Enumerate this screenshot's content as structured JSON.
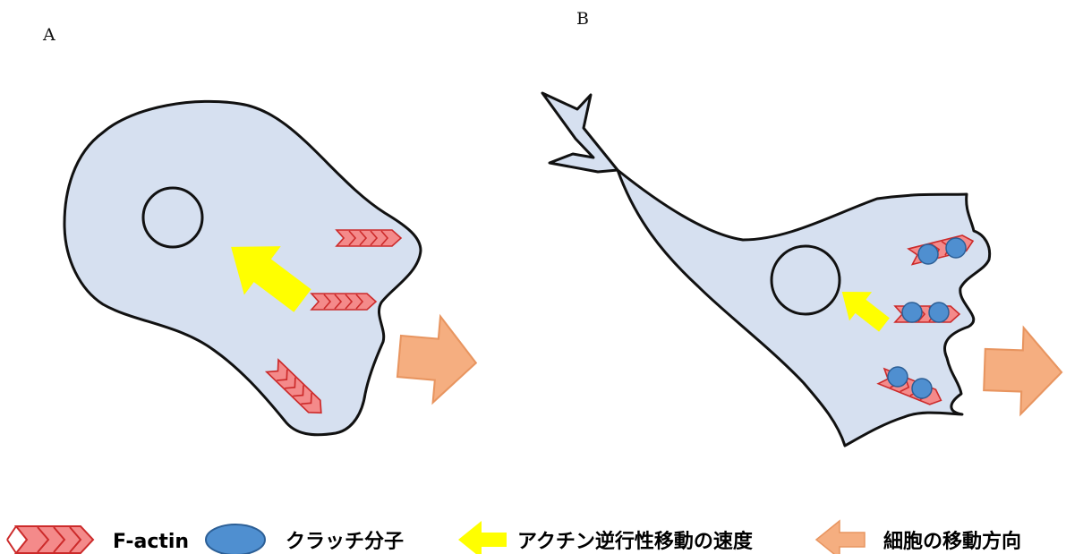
{
  "panels": {
    "a": {
      "label": "A"
    },
    "b": {
      "label": "B"
    }
  },
  "legend": {
    "factin": {
      "label": "F-actin",
      "icon": "f-actin-chevron-icon"
    },
    "clutch": {
      "label": "クラッチ分子",
      "icon": "clutch-molecule-icon"
    },
    "retrograde": {
      "label": "アクチン逆行性移動の速度",
      "icon": "yellow-arrow-icon"
    },
    "migration": {
      "label": "細胞の移動方向",
      "icon": "orange-arrow-icon"
    }
  },
  "colors": {
    "cell_fill": "#d6e0f0",
    "cell_stroke": "#111111",
    "factin_fill": "#f48a8a",
    "factin_stroke": "#cc2a2a",
    "clutch_fill": "#4f8fd0",
    "clutch_stroke": "#2c5f96",
    "retrograde_arrow": "#ffff00",
    "migration_arrow": "#f5ae80",
    "migration_arrow_stroke": "#e89560"
  }
}
